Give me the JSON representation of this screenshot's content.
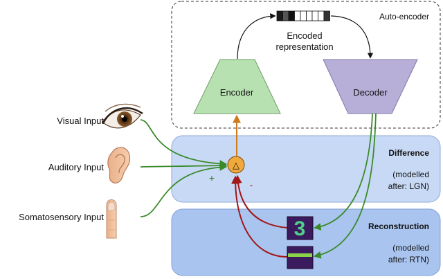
{
  "autoencoder": {
    "title": "Auto-encoder",
    "encoder_label": "Encoder",
    "decoder_label": "Decoder",
    "code_line1": "Encoded",
    "code_line2": "representation",
    "code_cells": [
      "#1a1a1a",
      "#555555",
      "#111111",
      "#ffffff",
      "#ffffff",
      "#ffffff",
      "#ffffff",
      "#ffffff",
      "#333333"
    ]
  },
  "inputs": [
    {
      "label": "Visual Input",
      "icon": "eye-icon"
    },
    {
      "label": "Auditory Input",
      "icon": "ear-icon"
    },
    {
      "label": "Somatosensory Input",
      "icon": "finger-icon"
    }
  ],
  "difference": {
    "title": "Difference",
    "note_line1": "(modelled",
    "note_line2": "after: LGN)",
    "plus": "+",
    "minus": "-",
    "symbol": "△"
  },
  "reconstruction": {
    "title": "Reconstruction",
    "note_line1": "(modelled",
    "note_line2": "after: RTN)",
    "digit_glyph": "3"
  },
  "colors": {
    "encoder_fill": "#b7e1b0",
    "decoder_fill": "#b7afd8",
    "difference_fill": "#c8d9f5",
    "reconstruction_fill": "#a9c4ef",
    "input_arrow": "#3a8a2a",
    "feedback_arrow": "#a01818",
    "encode_arrow": "#d07a1e",
    "node_fill": "#f2a93b"
  }
}
